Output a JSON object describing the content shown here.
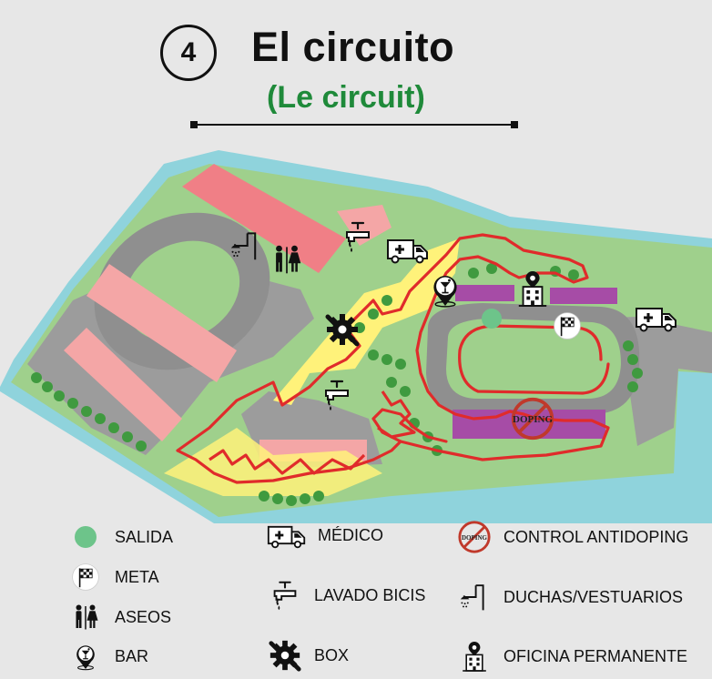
{
  "header": {
    "number": "4",
    "title": "El circuito",
    "subtitle": "(Le circuit)"
  },
  "map": {
    "doping_label": "DOPING"
  },
  "legend": {
    "start": "SALIDA",
    "finish": "META",
    "toilets": "ASEOS",
    "bar": "BAR",
    "medical": "MÉDICO",
    "bike_wash": "LAVADO BICIS",
    "box": "BOX",
    "antidoping": "CONTROL ANTIDOPING",
    "showers": "DUCHAS/VESTUARIOS",
    "office": "OFICINA PERMANENTE"
  },
  "colors": {
    "water": "#8fd3dc",
    "grass": "#9fd08c",
    "road": "#8f8f8f",
    "building_pink": "#f4a6a6",
    "building_red": "#f07f86",
    "track": "#e02b2b",
    "zone_yellow": "#fff27a",
    "stand_purple": "#a64ca6",
    "start_green": "#6dc48a",
    "title_green": "#1f8a3a"
  }
}
